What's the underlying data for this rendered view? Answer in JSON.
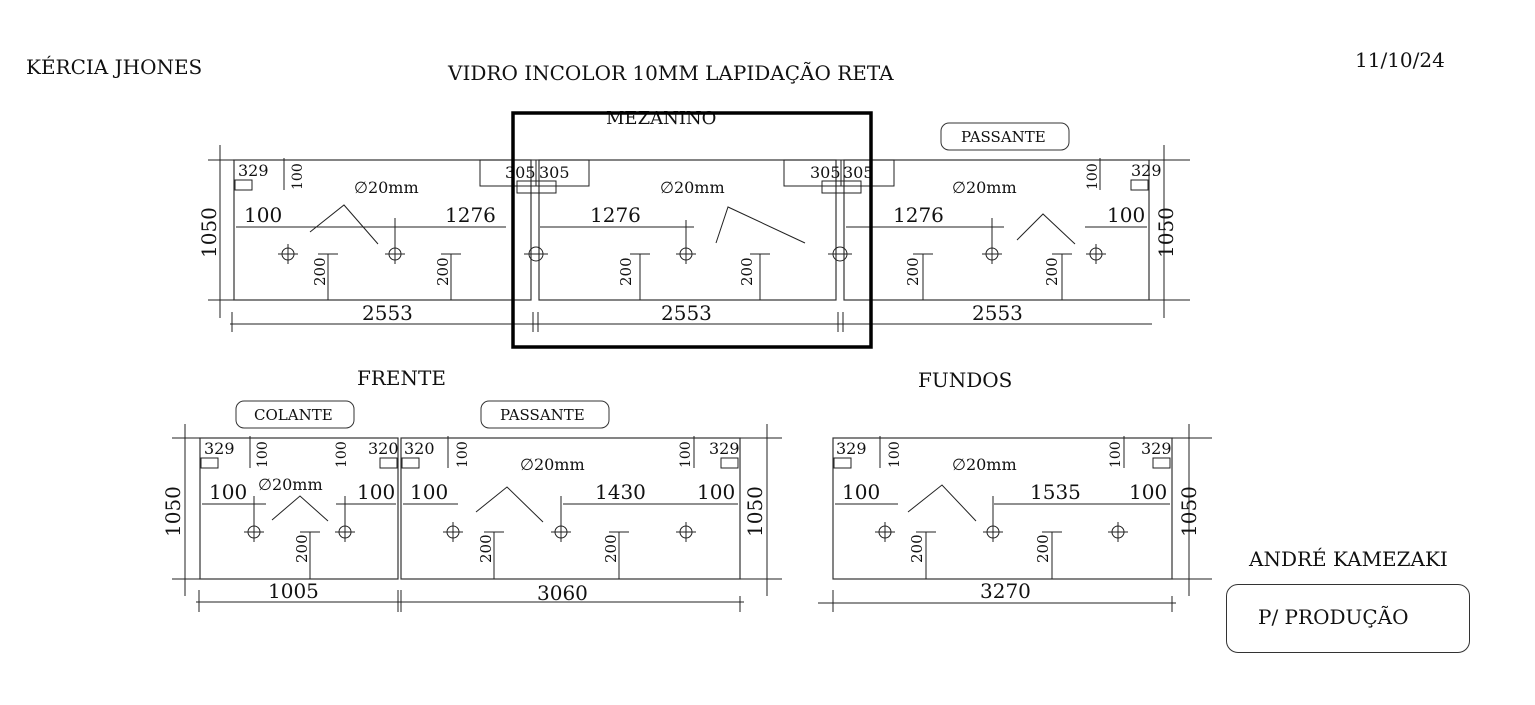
{
  "header": {
    "client": "KÉRCIA JHONES",
    "material": "VIDRO INCOLOR 10MM LAPIDAÇÃO RETA",
    "date": "11/10/24"
  },
  "footer": {
    "designer": "ANDRÉ KAMEZAKI",
    "stamp": "P/ PRODUÇÃO"
  },
  "drawing": {
    "height_label": "1050",
    "hole_diameter": "∅20mm",
    "hole_offset": "200",
    "edge_offset": "100",
    "mezanino": {
      "title": "MEZANINO",
      "tag": "PASSANTE",
      "widths": [
        "2553",
        "2553",
        "2553"
      ],
      "corner_small": "329",
      "corner_100": "100",
      "notch": "305",
      "hole_spacing": "1276"
    },
    "frente": {
      "title": "FRENTE",
      "tag_left": "COLANTE",
      "tag_right": "PASSANTE",
      "widths": [
        "1005",
        "3060"
      ],
      "corner_small": "329",
      "corner_mid": "320",
      "hole_spacing": "1430"
    },
    "fundos": {
      "title": "FUNDOS",
      "width": "3270",
      "corner_small": "329",
      "hole_spacing": "1535"
    }
  }
}
